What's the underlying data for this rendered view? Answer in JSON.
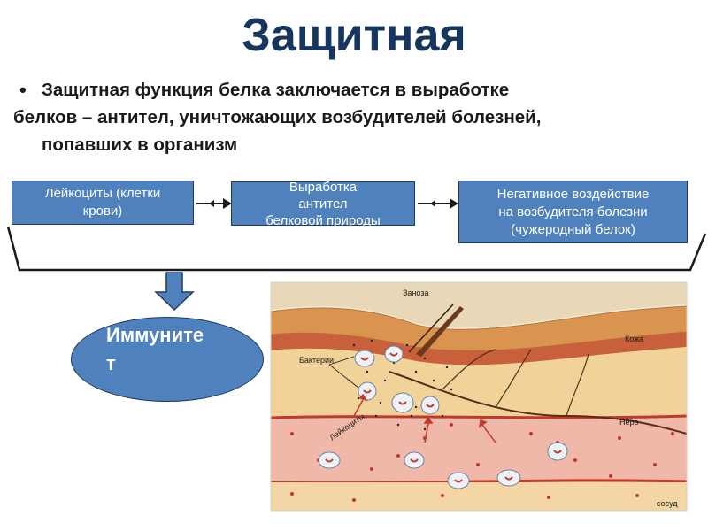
{
  "title": "Защитная",
  "bullet": {
    "line1": "Защитная функция белка заключается в выработке",
    "line2": "белков – антител, уничтожающих возбудителей болезней,",
    "line3": "попавших в организм"
  },
  "flow": {
    "box1": [
      "Лейкоциты (клетки",
      "крови)"
    ],
    "box2": [
      "Выработка",
      "антител",
      "белковой природы"
    ],
    "box3": [
      "Негативное воздействие",
      "на возбудителя болезни",
      "(чужеродный белок)"
    ]
  },
  "result": {
    "line1": "Иммуните",
    "line2": "т"
  },
  "illustration": {
    "labels": {
      "splinter": "Заноза",
      "skin": "Кожа",
      "bacteria": "Бактерии",
      "nerve": "Нерв",
      "leukocytes": "Лейкоциты",
      "vessel": "сосуд"
    }
  },
  "colors": {
    "title": "#17365d",
    "box_fill": "#4f81bd",
    "box_border": "#1f3b63"
  }
}
